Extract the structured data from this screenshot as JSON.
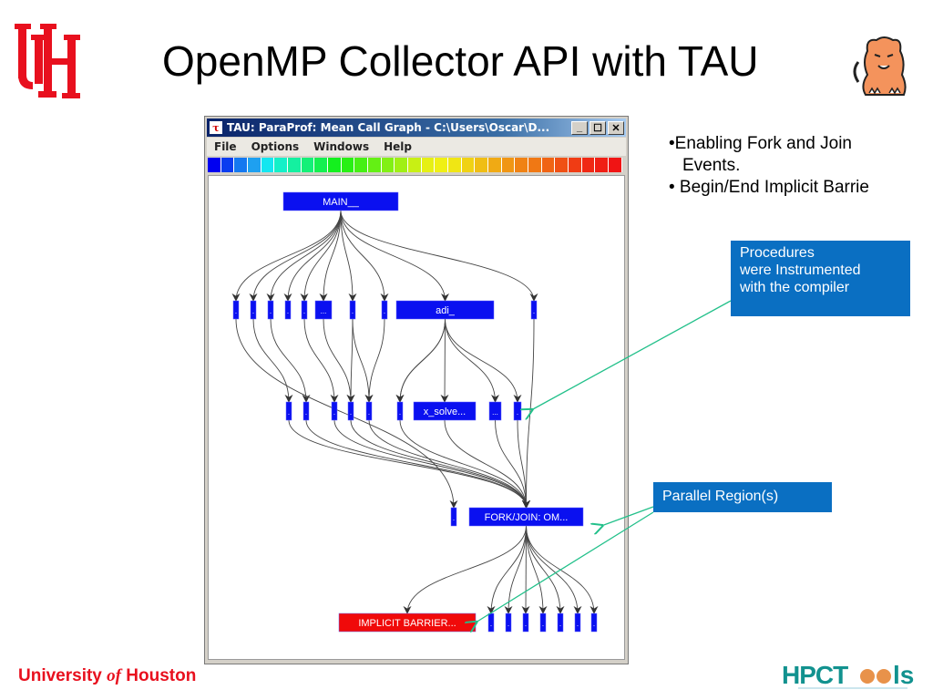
{
  "slide": {
    "title": "OpenMP Collector API with TAU",
    "bullets": [
      "•Enabling Fork and Join",
      "  Events.",
      "• Begin/End Implicit Barrie"
    ],
    "callouts": {
      "procedures": [
        "Procedures",
        "were Instrumented",
        "with the compiler"
      ],
      "parallel": "Parallel Region(s)"
    },
    "footer": {
      "university_prefix": "University ",
      "university_of": "of",
      "university_suffix": " Houston",
      "hpctools_text": "HPCTools"
    },
    "logos": {
      "uh_logo": "uh-interlocking-logo",
      "mascot": "cougar-mascot",
      "hpctools": "hpctools-logo"
    }
  },
  "colors": {
    "uh_red": "#e8101e",
    "callout_blue": "#0a6fc2",
    "node_blue": "#0a10f0",
    "node_red": "#f00a0a",
    "annotation_arrow": "#22c08a",
    "hpctools_teal": "#12928f"
  },
  "app_window": {
    "title": "TAU: ParaProf: Mean Call Graph - C:\\Users\\Oscar\\D...",
    "title_icon": "tau-icon",
    "window_buttons": [
      "minimize",
      "maximize",
      "close"
    ],
    "menu": [
      "File",
      "Options",
      "Windows",
      "Help"
    ],
    "color_scale": [
      "#0000f0",
      "#0a3cf0",
      "#1478f0",
      "#1ea0f0",
      "#14e6f0",
      "#14f0c8",
      "#14f0a0",
      "#14f078",
      "#14f050",
      "#14f01e",
      "#28f014",
      "#46f014",
      "#64f014",
      "#82f014",
      "#a0f014",
      "#c8f014",
      "#e6f014",
      "#f0f014",
      "#f0e614",
      "#f0d214",
      "#f0be14",
      "#f0aa14",
      "#f09614",
      "#f08214",
      "#f07814",
      "#f06414",
      "#f05014",
      "#f03c14",
      "#f02814",
      "#f01e14",
      "#f01414"
    ],
    "call_graph": {
      "nodes": [
        {
          "id": "main",
          "label": "MAIN__",
          "color": "blue",
          "level": 0
        },
        {
          "id": "l1a",
          "label": ".",
          "color": "blue",
          "level": 1
        },
        {
          "id": "l1b",
          "label": ".",
          "color": "blue",
          "level": 1
        },
        {
          "id": "l1c",
          "label": ".",
          "color": "blue",
          "level": 1
        },
        {
          "id": "l1d",
          "label": ".",
          "color": "blue",
          "level": 1
        },
        {
          "id": "l1e",
          "label": ".",
          "color": "blue",
          "level": 1
        },
        {
          "id": "l1f",
          "label": "...",
          "color": "blue",
          "level": 1
        },
        {
          "id": "l1g",
          "label": ".",
          "color": "blue",
          "level": 1
        },
        {
          "id": "l1h",
          "label": ".",
          "color": "blue",
          "level": 1
        },
        {
          "id": "adi",
          "label": "adi_",
          "color": "blue",
          "level": 1
        },
        {
          "id": "l1j",
          "label": ".",
          "color": "blue",
          "level": 1
        },
        {
          "id": "l2a",
          "label": ".",
          "color": "blue",
          "level": 2
        },
        {
          "id": "l2b",
          "label": ".",
          "color": "blue",
          "level": 2
        },
        {
          "id": "l2c",
          "label": ".",
          "color": "blue",
          "level": 2
        },
        {
          "id": "l2d",
          "label": ".",
          "color": "blue",
          "level": 2
        },
        {
          "id": "l2e",
          "label": ".",
          "color": "blue",
          "level": 2
        },
        {
          "id": "l2f",
          "label": ".",
          "color": "blue",
          "level": 2
        },
        {
          "id": "xsolve",
          "label": "x_solve...",
          "color": "blue",
          "level": 2
        },
        {
          "id": "l2h",
          "label": "...",
          "color": "blue",
          "level": 2
        },
        {
          "id": "l2i",
          "label": ".",
          "color": "blue",
          "level": 2
        },
        {
          "id": "l3a",
          "label": ".",
          "color": "blue",
          "level": 3
        },
        {
          "id": "fork",
          "label": "FORK/JOIN: OM...",
          "color": "blue",
          "level": 3
        },
        {
          "id": "barrier",
          "label": "IMPLICIT BARRIER...",
          "color": "red",
          "level": 4
        },
        {
          "id": "l4a",
          "label": ".",
          "color": "blue",
          "level": 4
        },
        {
          "id": "l4b",
          "label": ".",
          "color": "blue",
          "level": 4
        },
        {
          "id": "l4c",
          "label": ".",
          "color": "blue",
          "level": 4
        },
        {
          "id": "l4d",
          "label": ".",
          "color": "blue",
          "level": 4
        },
        {
          "id": "l4e",
          "label": ".",
          "color": "blue",
          "level": 4
        },
        {
          "id": "l4f",
          "label": ".",
          "color": "blue",
          "level": 4
        },
        {
          "id": "l4g",
          "label": ".",
          "color": "blue",
          "level": 4
        }
      ],
      "edges": [
        [
          "main",
          "l1a"
        ],
        [
          "main",
          "l1b"
        ],
        [
          "main",
          "l1c"
        ],
        [
          "main",
          "l1d"
        ],
        [
          "main",
          "l1e"
        ],
        [
          "main",
          "l1f"
        ],
        [
          "main",
          "l1g"
        ],
        [
          "main",
          "l1h"
        ],
        [
          "main",
          "adi"
        ],
        [
          "main",
          "l1j"
        ],
        [
          "l1b",
          "l2a"
        ],
        [
          "l1c",
          "l2b"
        ],
        [
          "l1e",
          "l2c"
        ],
        [
          "l1f",
          "l2d"
        ],
        [
          "l1g",
          "l2d"
        ],
        [
          "l1g",
          "l2e"
        ],
        [
          "l1h",
          "l2e"
        ],
        [
          "adi",
          "l2f"
        ],
        [
          "adi",
          "xsolve"
        ],
        [
          "adi",
          "l2h"
        ],
        [
          "adi",
          "l2i"
        ],
        [
          "adi",
          "l2f"
        ],
        [
          "l2a",
          "fork"
        ],
        [
          "l2b",
          "fork"
        ],
        [
          "l2c",
          "fork"
        ],
        [
          "l2d",
          "fork"
        ],
        [
          "l2e",
          "fork"
        ],
        [
          "l2f",
          "fork"
        ],
        [
          "xsolve",
          "fork"
        ],
        [
          "l2h",
          "fork"
        ],
        [
          "l2i",
          "fork"
        ],
        [
          "l1j",
          "fork"
        ],
        [
          "l1a",
          "l3a"
        ],
        [
          "fork",
          "barrier"
        ],
        [
          "fork",
          "l4a"
        ],
        [
          "fork",
          "l4b"
        ],
        [
          "fork",
          "l4c"
        ],
        [
          "fork",
          "l4d"
        ],
        [
          "fork",
          "l4e"
        ],
        [
          "fork",
          "l4f"
        ],
        [
          "fork",
          "l4g"
        ]
      ]
    }
  }
}
